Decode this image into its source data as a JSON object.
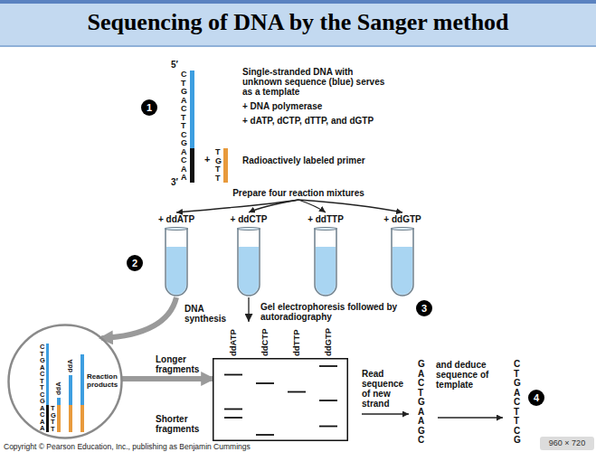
{
  "diagram": {
    "title": "Sequencing of DNA by the Sanger method",
    "nodes": [
      {
        "text": [
          "+ ddATP"
        ]
      },
      {
        "text": [
          "+ ddCTP"
        ]
      },
      {
        "text": [
          "+ ddTTP"
        ]
      },
      {
        "text": [
          "+ ddGTP"
        ]
      },
      {
        "text": [
          "Reaction products"
        ]
      },
      {
        "text": [
          "ddATP",
          "ddCTP",
          "ddTTP",
          "ddGTP"
        ]
      }
    ],
    "edges": [
      {
        "from": 0,
        "to": 4,
        "arrow": "to",
        "label": "DNA synthesis"
      },
      {
        "from": 4,
        "to": 5,
        "arrow": "to"
      },
      {
        "from": 1,
        "to": 5,
        "arrow": "to",
        "label": "Gel electrophoresis followed by autoradiography"
      }
    ],
    "labels": [
      "5′",
      "CTGACTTCGACAA",
      "3′",
      "TGTT",
      "1",
      "Single-stranded DNA with unknown sequence (blue) serves as a template",
      "+ DNA polymerase",
      "+ dATP, dCTP, dTTP, and dGTP",
      "+",
      "Radioactively labeled primer",
      "Prepare four reaction mixtures",
      "2",
      "3",
      "Longer fragments",
      "Shorter fragments",
      "Read sequence of new strand",
      "GACTGAAGC",
      "and deduce sequence of template",
      "CTGACTTCG",
      "4",
      "CTGACTTCGACAA",
      "TGTT",
      "ddA",
      "ddA",
      "Copyright © Pearson Education, Inc., publishing as Benjamin Cummings",
      "960 × 720"
    ]
  }
}
